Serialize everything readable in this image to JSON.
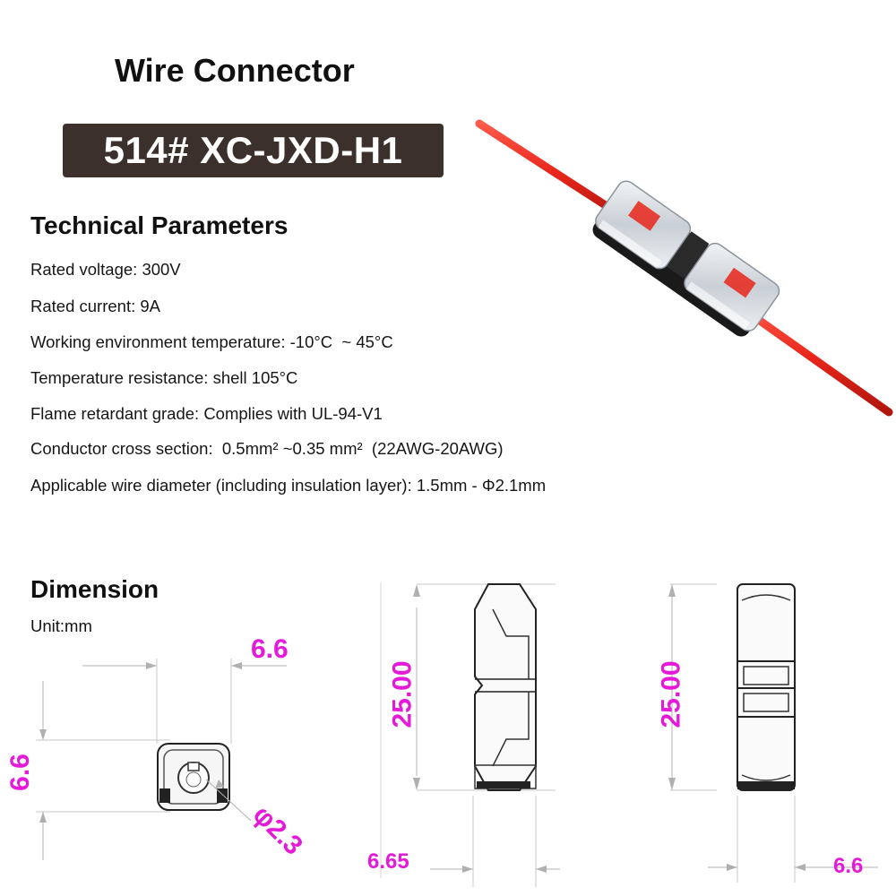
{
  "header": {
    "title": "Wire Connector",
    "model": "514#  XC-JXD-H1"
  },
  "technical": {
    "heading": "Technical Parameters",
    "params": [
      "Rated voltage: 300V",
      "Rated current: 9A",
      "Working environment temperature: -10°C  ~ 45°C",
      "Temperature resistance: shell 105°C",
      "Flame retardant grade: Complies with UL-94-V1",
      "Conductor cross section:  0.5mm² ~0.35 mm²  (22AWG-20AWG)",
      "Applicable wire diameter (including insulation layer): 1.5mm - Φ2.1mm"
    ]
  },
  "dimension": {
    "heading": "Dimension",
    "unit": "Unit:mm",
    "labels": {
      "front_width": "6.6",
      "front_height": "6.6",
      "hole_diameter": "φ2.3",
      "side_length": "25.00",
      "side_width": "6.65",
      "top_length": "25.00",
      "top_width": "6.6"
    }
  },
  "colors": {
    "accent": "#e51ad9",
    "badge_bg": "#3b302c",
    "wire": "#e8261b"
  }
}
